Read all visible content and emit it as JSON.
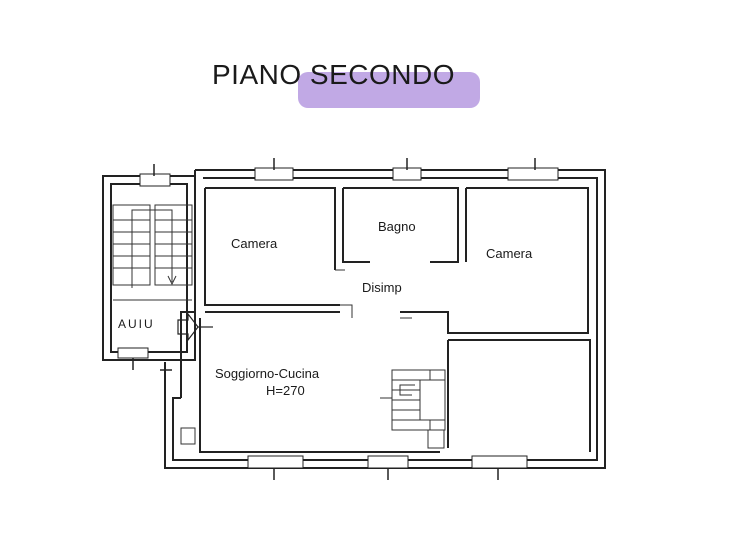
{
  "title": "PIANO SECONDO",
  "rooms": {
    "camera_left": "Camera",
    "bagno": "Bagno",
    "camera_right": "Camera",
    "disimp": "Disimp",
    "soggiorno": "Soggiorno-Cucina",
    "height": "H=270",
    "stair_sign": "AUIU"
  },
  "colors": {
    "highlight": "#b69ae0",
    "wall": "#222222"
  }
}
